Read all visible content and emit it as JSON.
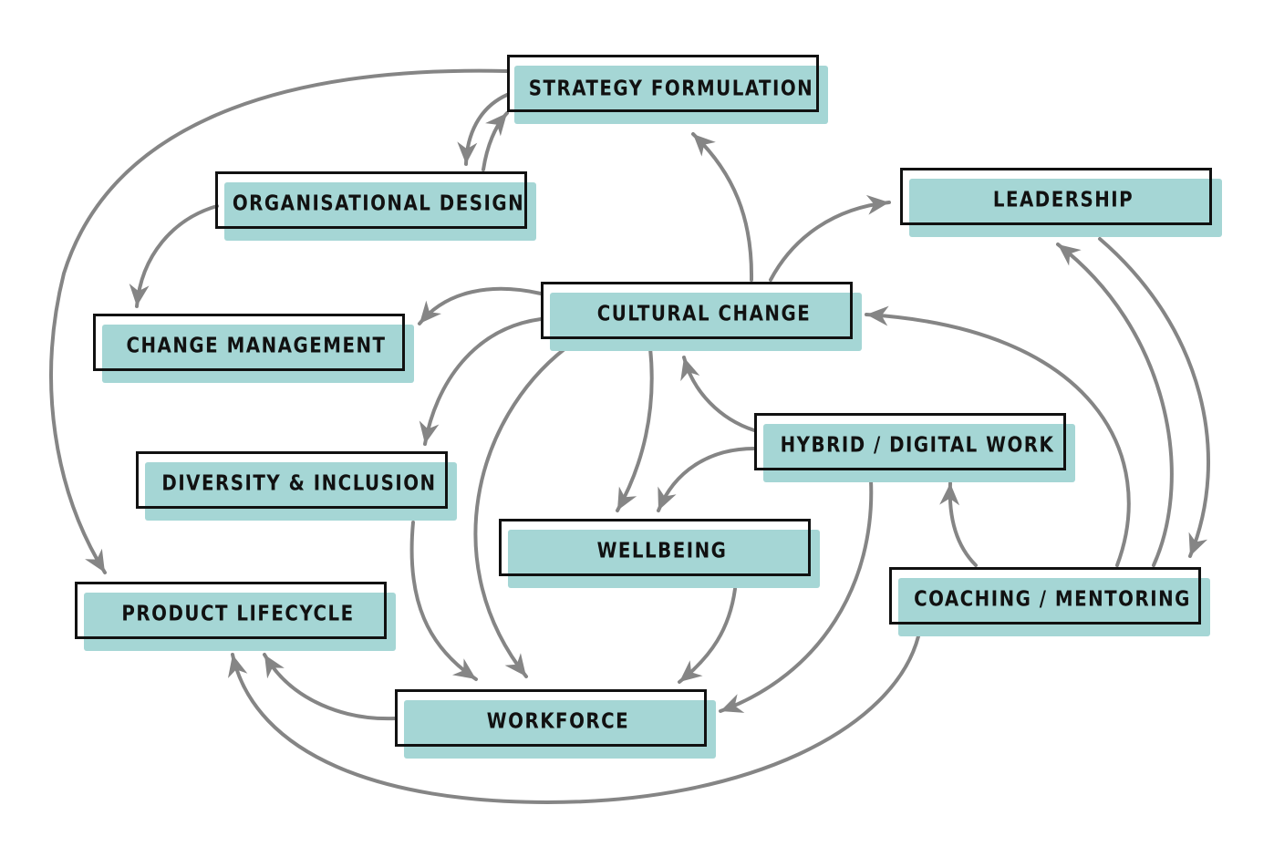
{
  "diagram": {
    "colors": {
      "box_fill": "#a5d6d5",
      "box_border": "#111111",
      "arrow": "#858585"
    },
    "nodes": [
      {
        "id": "strategy",
        "label": "Strategy Formulation"
      },
      {
        "id": "orgdesign",
        "label": "Organisational Design"
      },
      {
        "id": "leadership",
        "label": "Leadership"
      },
      {
        "id": "changemgmt",
        "label": "Change Management"
      },
      {
        "id": "cultural",
        "label": "Cultural Change"
      },
      {
        "id": "diversity",
        "label": "Diversity & Inclusion"
      },
      {
        "id": "hybrid",
        "label": "Hybrid / Digital Work"
      },
      {
        "id": "wellbeing",
        "label": "Wellbeing"
      },
      {
        "id": "coaching",
        "label": "Coaching / Mentoring"
      },
      {
        "id": "product",
        "label": "Product Lifecycle"
      },
      {
        "id": "workforce",
        "label": "Workforce"
      }
    ],
    "edges": [
      {
        "from": "strategy",
        "to": "orgdesign"
      },
      {
        "from": "orgdesign",
        "to": "strategy"
      },
      {
        "from": "strategy",
        "to": "product"
      },
      {
        "from": "orgdesign",
        "to": "changemgmt"
      },
      {
        "from": "cultural",
        "to": "strategy"
      },
      {
        "from": "cultural",
        "to": "leadership"
      },
      {
        "from": "cultural",
        "to": "changemgmt"
      },
      {
        "from": "cultural",
        "to": "diversity"
      },
      {
        "from": "cultural",
        "to": "workforce"
      },
      {
        "from": "cultural",
        "to": "wellbeing"
      },
      {
        "from": "hybrid",
        "to": "cultural"
      },
      {
        "from": "hybrid",
        "to": "wellbeing"
      },
      {
        "from": "hybrid",
        "to": "workforce"
      },
      {
        "from": "coaching",
        "to": "hybrid"
      },
      {
        "from": "coaching",
        "to": "cultural"
      },
      {
        "from": "coaching",
        "to": "leadership"
      },
      {
        "from": "leadership",
        "to": "coaching"
      },
      {
        "from": "coaching",
        "to": "product"
      },
      {
        "from": "diversity",
        "to": "workforce"
      },
      {
        "from": "wellbeing",
        "to": "workforce"
      },
      {
        "from": "workforce",
        "to": "product"
      }
    ]
  }
}
